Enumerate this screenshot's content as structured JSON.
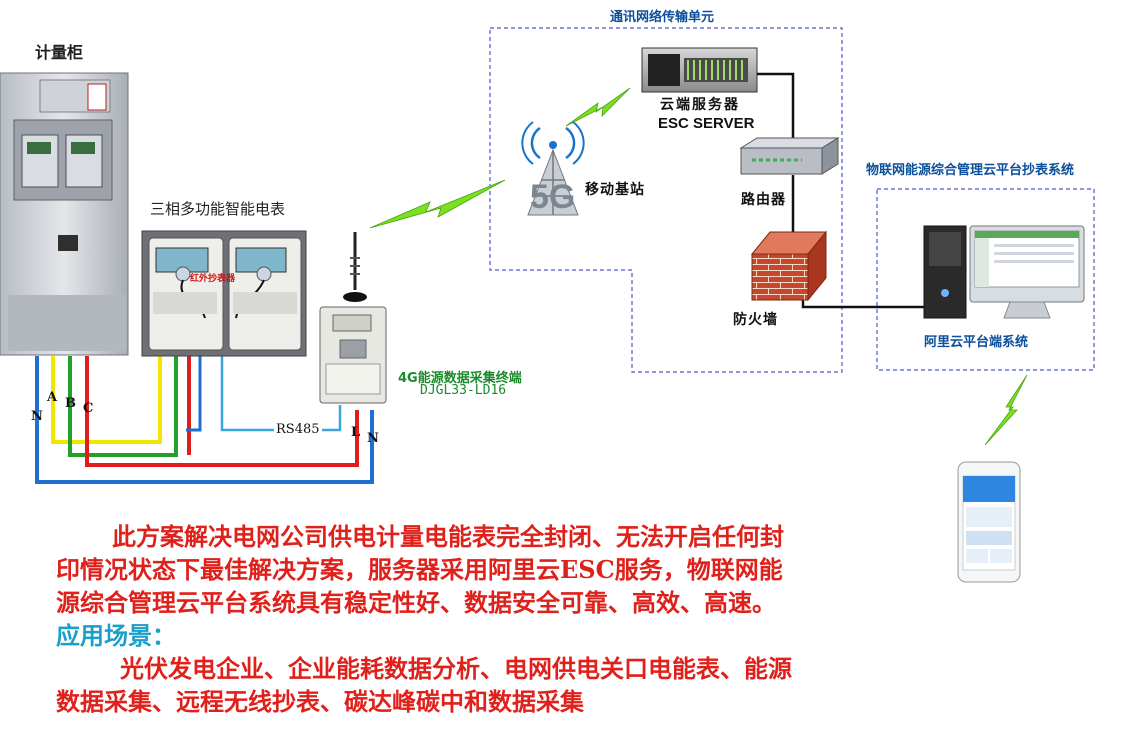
{
  "labels": {
    "cabinet": "计量柜",
    "meter": "三相多功能智能电表",
    "meter_tag": "红外抄表器",
    "network_title": "通讯网络传输单元",
    "server_cn": "云端服务器",
    "server_en": "ESC SERVER",
    "base_station": "移动基站",
    "router": "路由器",
    "firewall": "防火墙",
    "cloud_title": "物联网能源综合管理云平台抄表系统",
    "aliyun": "阿里云平台端系统",
    "terminal_cn": "4G能源数据采集终端",
    "terminal_model": "DJGL33-LD16",
    "rs485": "RS485",
    "phase_n": "N",
    "phase_a": "A",
    "phase_b": "B",
    "phase_c": "C",
    "term_l": "L",
    "term_n": "N",
    "fiveg": "5G"
  },
  "description": {
    "line1": "此方案解决电网公司供电计量电能表完全封闭、无法开启任何封",
    "line2": "印情况状态下最佳解决方案，服务器采用阿里云ESC服务，物联网能",
    "line3": "源综合管理云平台系统具有稳定性好、数据安全可靠、高效、高速。",
    "scene_title": "应用场景：",
    "scene1": "光伏发电企业、企业能耗数据分析、电网供电关口电能表、能源",
    "scene2": "数据采集、远程无线抄表、碳达峰碳中和数据采集"
  },
  "colors": {
    "wire_blue": "#1e6fd0",
    "wire_yellow": "#f2e600",
    "wire_green": "#22a02a",
    "wire_red": "#e01d1d",
    "wire_cyan": "#3aa6d8",
    "lightning": "#7be01f",
    "dashed_border": "#4a5bd0",
    "desc_red": "#e0201b",
    "desc_cyan": "#1aa0c8"
  }
}
